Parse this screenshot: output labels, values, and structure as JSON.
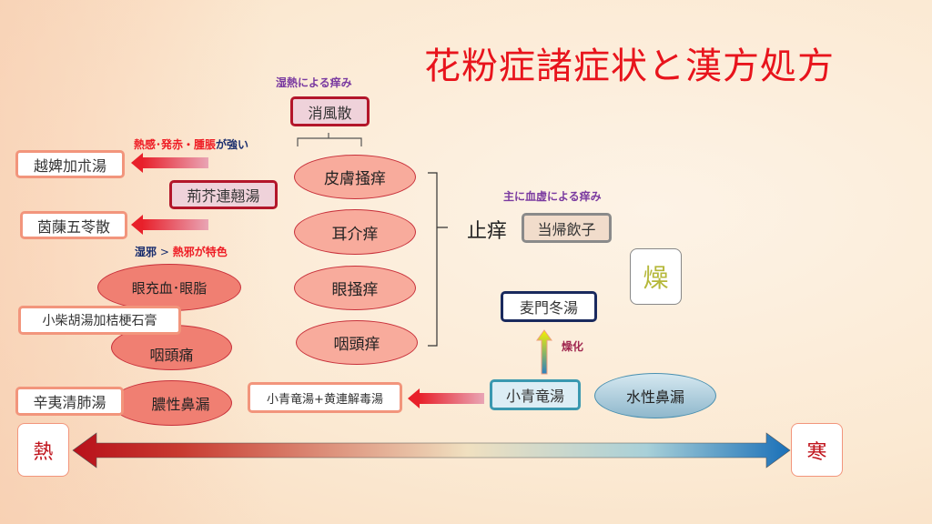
{
  "title": "花粉症諸症状と漢方処方",
  "labels": {
    "shitsunetsu": "湿熱による痒み",
    "netsukan_red": "熱感･発赤・腫脹",
    "netsukan_blue": "が強い",
    "shitsuja_blue": "湿邪",
    "gt": " > ",
    "shitsuja_red": "熱邪が特色",
    "kekkyo": "主に血虚による痒み",
    "souka": "燥化",
    "shiyou": "止痒"
  },
  "formulas": {
    "shofusan": "消風散",
    "eppikajutsuto": "越婢加朮湯",
    "keigairengyoto": "荊芥連翹湯",
    "inchingoreisan": "茵蔯五苓散",
    "shosaiko": "小柴胡湯加桔梗石膏",
    "shinishinpaito": "辛夷清肺湯",
    "shoseiryu_oren": "小青竜湯+黄連解毒湯",
    "tokiinshi": "当帰飲子",
    "bakumondoto": "麦門冬湯",
    "shoseiryuto": "小青竜湯"
  },
  "symptoms": {
    "hifu": "皮膚掻痒",
    "jikai": "耳介痒",
    "gan": "眼掻痒",
    "intou": "咽頭痒",
    "juketsu": "眼充血･眼脂",
    "intoutsu": "咽頭痛",
    "nousei": "膿性鼻漏",
    "suisei": "水性鼻漏"
  },
  "so": "燥",
  "axis": {
    "hot": "熱",
    "cold": "寒"
  }
}
